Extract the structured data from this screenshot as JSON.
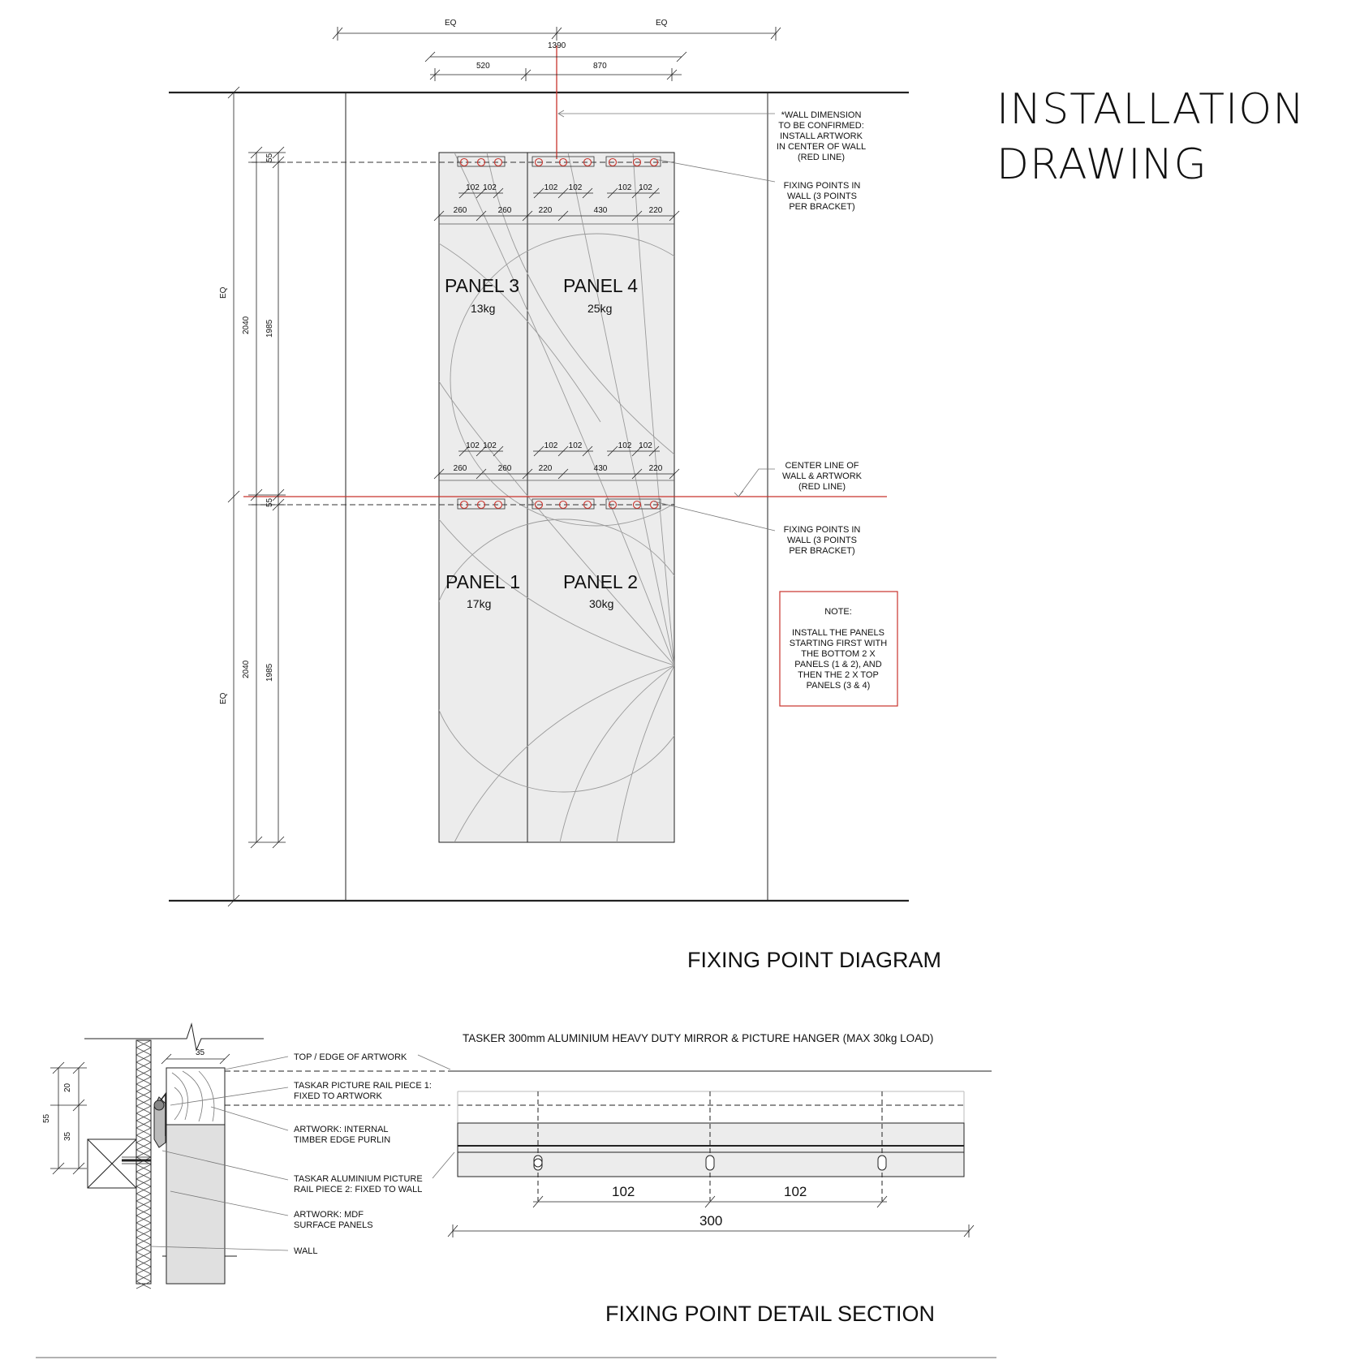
{
  "title": {
    "line1": "INSTALLATION",
    "line2": "DRAWING"
  },
  "diagram": {
    "caption": "FIXING POINT DIAGRAM",
    "dims": {
      "eq_left": "EQ",
      "eq_right": "EQ",
      "overall": "1390",
      "left_offset": "520",
      "right_offset": "870",
      "eq_upper": "EQ",
      "eq_lower": "EQ",
      "height_upper_2040": "2040",
      "height_upper_1985": "1985",
      "height_lower_2040": "2040",
      "height_lower_1985": "1985",
      "gap_upper": "55",
      "gap_lower": "55",
      "spacing_102": "102",
      "edge_260": "260",
      "edge_220": "220",
      "mid_430": "430"
    },
    "panels": [
      {
        "name": "PANEL 3",
        "weight": "13kg"
      },
      {
        "name": "PANEL 4",
        "weight": "25kg"
      },
      {
        "name": "PANEL 1",
        "weight": "17kg"
      },
      {
        "name": "PANEL 2",
        "weight": "30kg"
      }
    ],
    "callouts": {
      "wall_dimension": [
        "*WALL DIMENSION",
        "TO BE CONFIRMED:",
        "INSTALL ARTWORK",
        "IN CENTER OF WALL",
        "(RED LINE)"
      ],
      "fixing_upper": [
        "FIXING POINTS IN",
        "WALL (3 POINTS",
        "PER BRACKET)"
      ],
      "center_line": [
        "CENTER LINE OF",
        "WALL & ARTWORK",
        "(RED LINE)"
      ],
      "fixing_lower": [
        "FIXING POINTS IN",
        "WALL (3 POINTS",
        "PER BRACKET)"
      ]
    },
    "note": {
      "heading": "NOTE:",
      "lines": [
        "INSTALL THE PANELS",
        "STARTING FIRST WITH",
        "THE BOTTOM 2 X",
        "PANELS (1 & 2), AND",
        "THEN THE 2 X TOP",
        "PANELS (3 & 4)"
      ]
    }
  },
  "detail": {
    "caption": "FIXING POINT DETAIL SECTION",
    "hanger_title": "TASKER 300mm ALUMINIUM HEAVY DUTY MIRROR & PICTURE HANGER (MAX 30kg LOAD)",
    "labels": {
      "top_edge": "TOP / EDGE OF ARTWORK",
      "rail1": [
        "TASKAR PICTURE RAIL PIECE 1:",
        "FIXED TO ARTWORK"
      ],
      "purlin": [
        "ARTWORK: INTERNAL",
        "TIMBER EDGE PURLIN"
      ],
      "rail2": [
        "TASKAR ALUMINIUM PICTURE",
        "RAIL PIECE 2: FIXED TO WALL"
      ],
      "mdf": [
        "ARTWORK: MDF",
        "SURFACE PANELS"
      ],
      "wall": "WALL"
    },
    "dims": {
      "d35_top": "35",
      "d20": "20",
      "d55": "55",
      "d35_side": "35",
      "hanger_102_left": "102",
      "hanger_102_right": "102",
      "hanger_300": "300"
    }
  },
  "colors": {
    "red": "#c8332c",
    "panel_fill": "#ececec",
    "line": "#222222",
    "arc": "#9a9a9a"
  }
}
